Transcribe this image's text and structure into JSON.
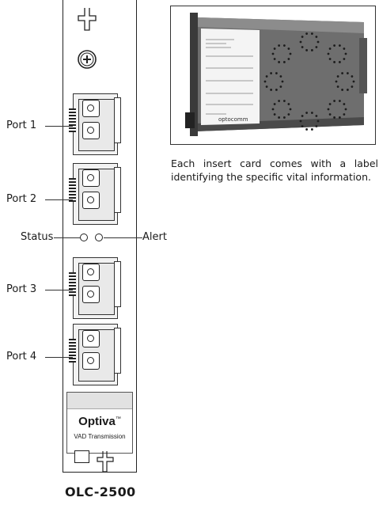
{
  "labels": {
    "port1": "Port 1",
    "port2": "Port 2",
    "status": "Status",
    "alert": "Alert",
    "port3": "Port 3",
    "port4": "Port 4"
  },
  "brand": {
    "name": "Optiva",
    "trademark": "™",
    "subtitle": "VAD Transmission"
  },
  "model": "OLC-2500",
  "photo": {
    "caption": "Each insert card comes with a label identifying the specific vital information.",
    "card_brand": "optocomm"
  }
}
